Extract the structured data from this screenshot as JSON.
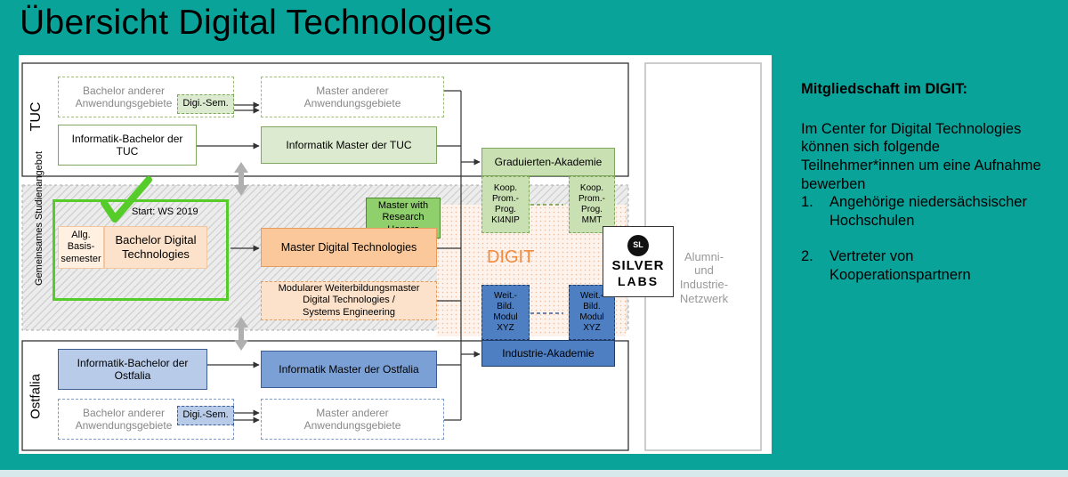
{
  "slide": {
    "title": "Übersicht Digital Technologies"
  },
  "diagram": {
    "tuc_label": "TUC",
    "gemeinsam_label": "Gemeinsames\nStudienangebot",
    "ostfalia_label": "Ostfalia",
    "tuc_bachelor_anderer": "Bachelor anderer\nAnwendungsgebiete",
    "tuc_digi_sem": "Digi.-Sem.",
    "tuc_master_anderer": "Master anderer\nAnwendungsgebiete",
    "tuc_inf_bachelor": "Informatik-Bachelor der\nTUC",
    "tuc_inf_master": "Informatik Master der TUC",
    "graduierten": "Graduierten-Akademie",
    "koop1": "Koop.\nProm.-\nProg.\nKI4NIP",
    "koop2": "Koop.\nProm.-\nProg.\nMMT",
    "start": "Start: WS 2019",
    "master_research": "Master with\nResearch\nHonors",
    "allg": "Allg.\nBasis-\nsemester",
    "bachelor_dt": "Bachelor Digital\nTechnologies",
    "master_dt": "Master Digital Technologies",
    "digit": "DIGIT",
    "modular": "Modularer Weiterbildungsmaster\nDigital Technologies /\nSystems Engineering",
    "weit1": "Weit.-\nBild.\nModul\nXYZ",
    "weit2": "Weit.-\nBild.\nModul\nXYZ",
    "industrie": "Industrie-Akademie",
    "silver": "SILVER",
    "labs": "LABS",
    "sl": "SL",
    "alumni": "Alumni-\nund\nIndustrie-\nNetzwerk",
    "ost_inf_bachelor": "Informatik-Bachelor der\nOstfalia",
    "ost_inf_master": "Informatik Master der Ostfalia",
    "ost_bachelor_anderer": "Bachelor anderer\nAnwendungsgebiete",
    "ost_digi_sem": "Digi.-Sem.",
    "ost_master_anderer": "Master anderer\nAnwendungsgebiete"
  },
  "sidebar": {
    "heading": "Mitgliedschaft im DIGIT:",
    "intro": "Im Center for Digital Technologies können sich folgende Teilnehmer*innen um eine Aufnahme bewerben",
    "item1_num": "1.",
    "item1": "Angehörige niedersächsischer Hochschulen",
    "item2_num": "2.",
    "item2": "Vertreter von Kooperationspartnern"
  },
  "colors": {
    "background": "#0aa39a",
    "tuc_green_fill": "#dcebcf",
    "tuc_green_border": "#7ea65d",
    "orange_fill": "#fbc89b",
    "orange_border": "#e59c5c",
    "blue_fill": "#4e7fc3",
    "blue_light_fill": "#b8cbe8",
    "bright_green": "#55cc2a"
  }
}
